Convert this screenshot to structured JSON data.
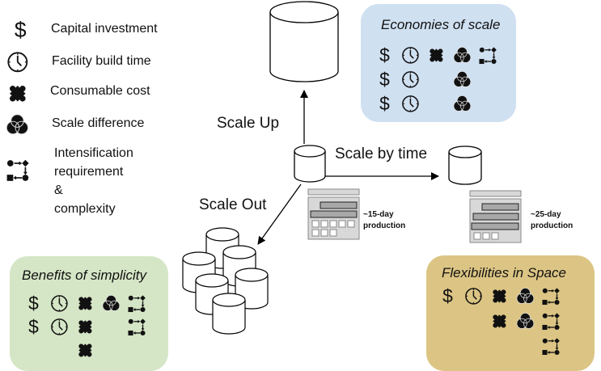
{
  "legend": {
    "items": [
      {
        "icon": "dollar-icon",
        "label": "Capital investment"
      },
      {
        "icon": "clock-icon",
        "label": "Facility build time"
      },
      {
        "icon": "puzzle-icon",
        "label": "Consumable cost"
      },
      {
        "icon": "venn-icon",
        "label": "Scale difference"
      },
      {
        "icon": "flow-icon",
        "label_lines": [
          "Intensification",
          "requirement &",
          "complexity"
        ]
      }
    ]
  },
  "arrows": {
    "scale_up": "Scale Up",
    "scale_by_time": "Scale by time",
    "scale_out": "Scale Out"
  },
  "production": {
    "short": [
      "~15-day",
      "production"
    ],
    "long": [
      "~25-day",
      "production"
    ]
  },
  "panels": {
    "economies": {
      "title": "Economies of scale",
      "color": "#cfe0f1",
      "rows": [
        [
          "dollar",
          "clock",
          "puzzle",
          "venn",
          "flow"
        ],
        [
          "dollar",
          "clock",
          "",
          "venn",
          ""
        ],
        [
          "dollar",
          "clock",
          "",
          "venn",
          ""
        ]
      ]
    },
    "simplicity": {
      "title": "Benefits of simplicity",
      "color": "#d5e6c6",
      "rows": [
        [
          "dollar",
          "clock",
          "puzzle",
          "venn",
          "flow"
        ],
        [
          "dollar",
          "clock",
          "puzzle",
          "",
          "flow"
        ],
        [
          "",
          "",
          "puzzle",
          "",
          ""
        ]
      ]
    },
    "flexibility": {
      "title": "Flexibilities in Space",
      "color": "#dcc584",
      "rows": [
        [
          "dollar",
          "clock",
          "puzzle",
          "venn",
          "flow"
        ],
        [
          "",
          "",
          "puzzle",
          "venn",
          "flow"
        ],
        [
          "",
          "",
          "",
          "",
          "flow"
        ]
      ]
    }
  }
}
